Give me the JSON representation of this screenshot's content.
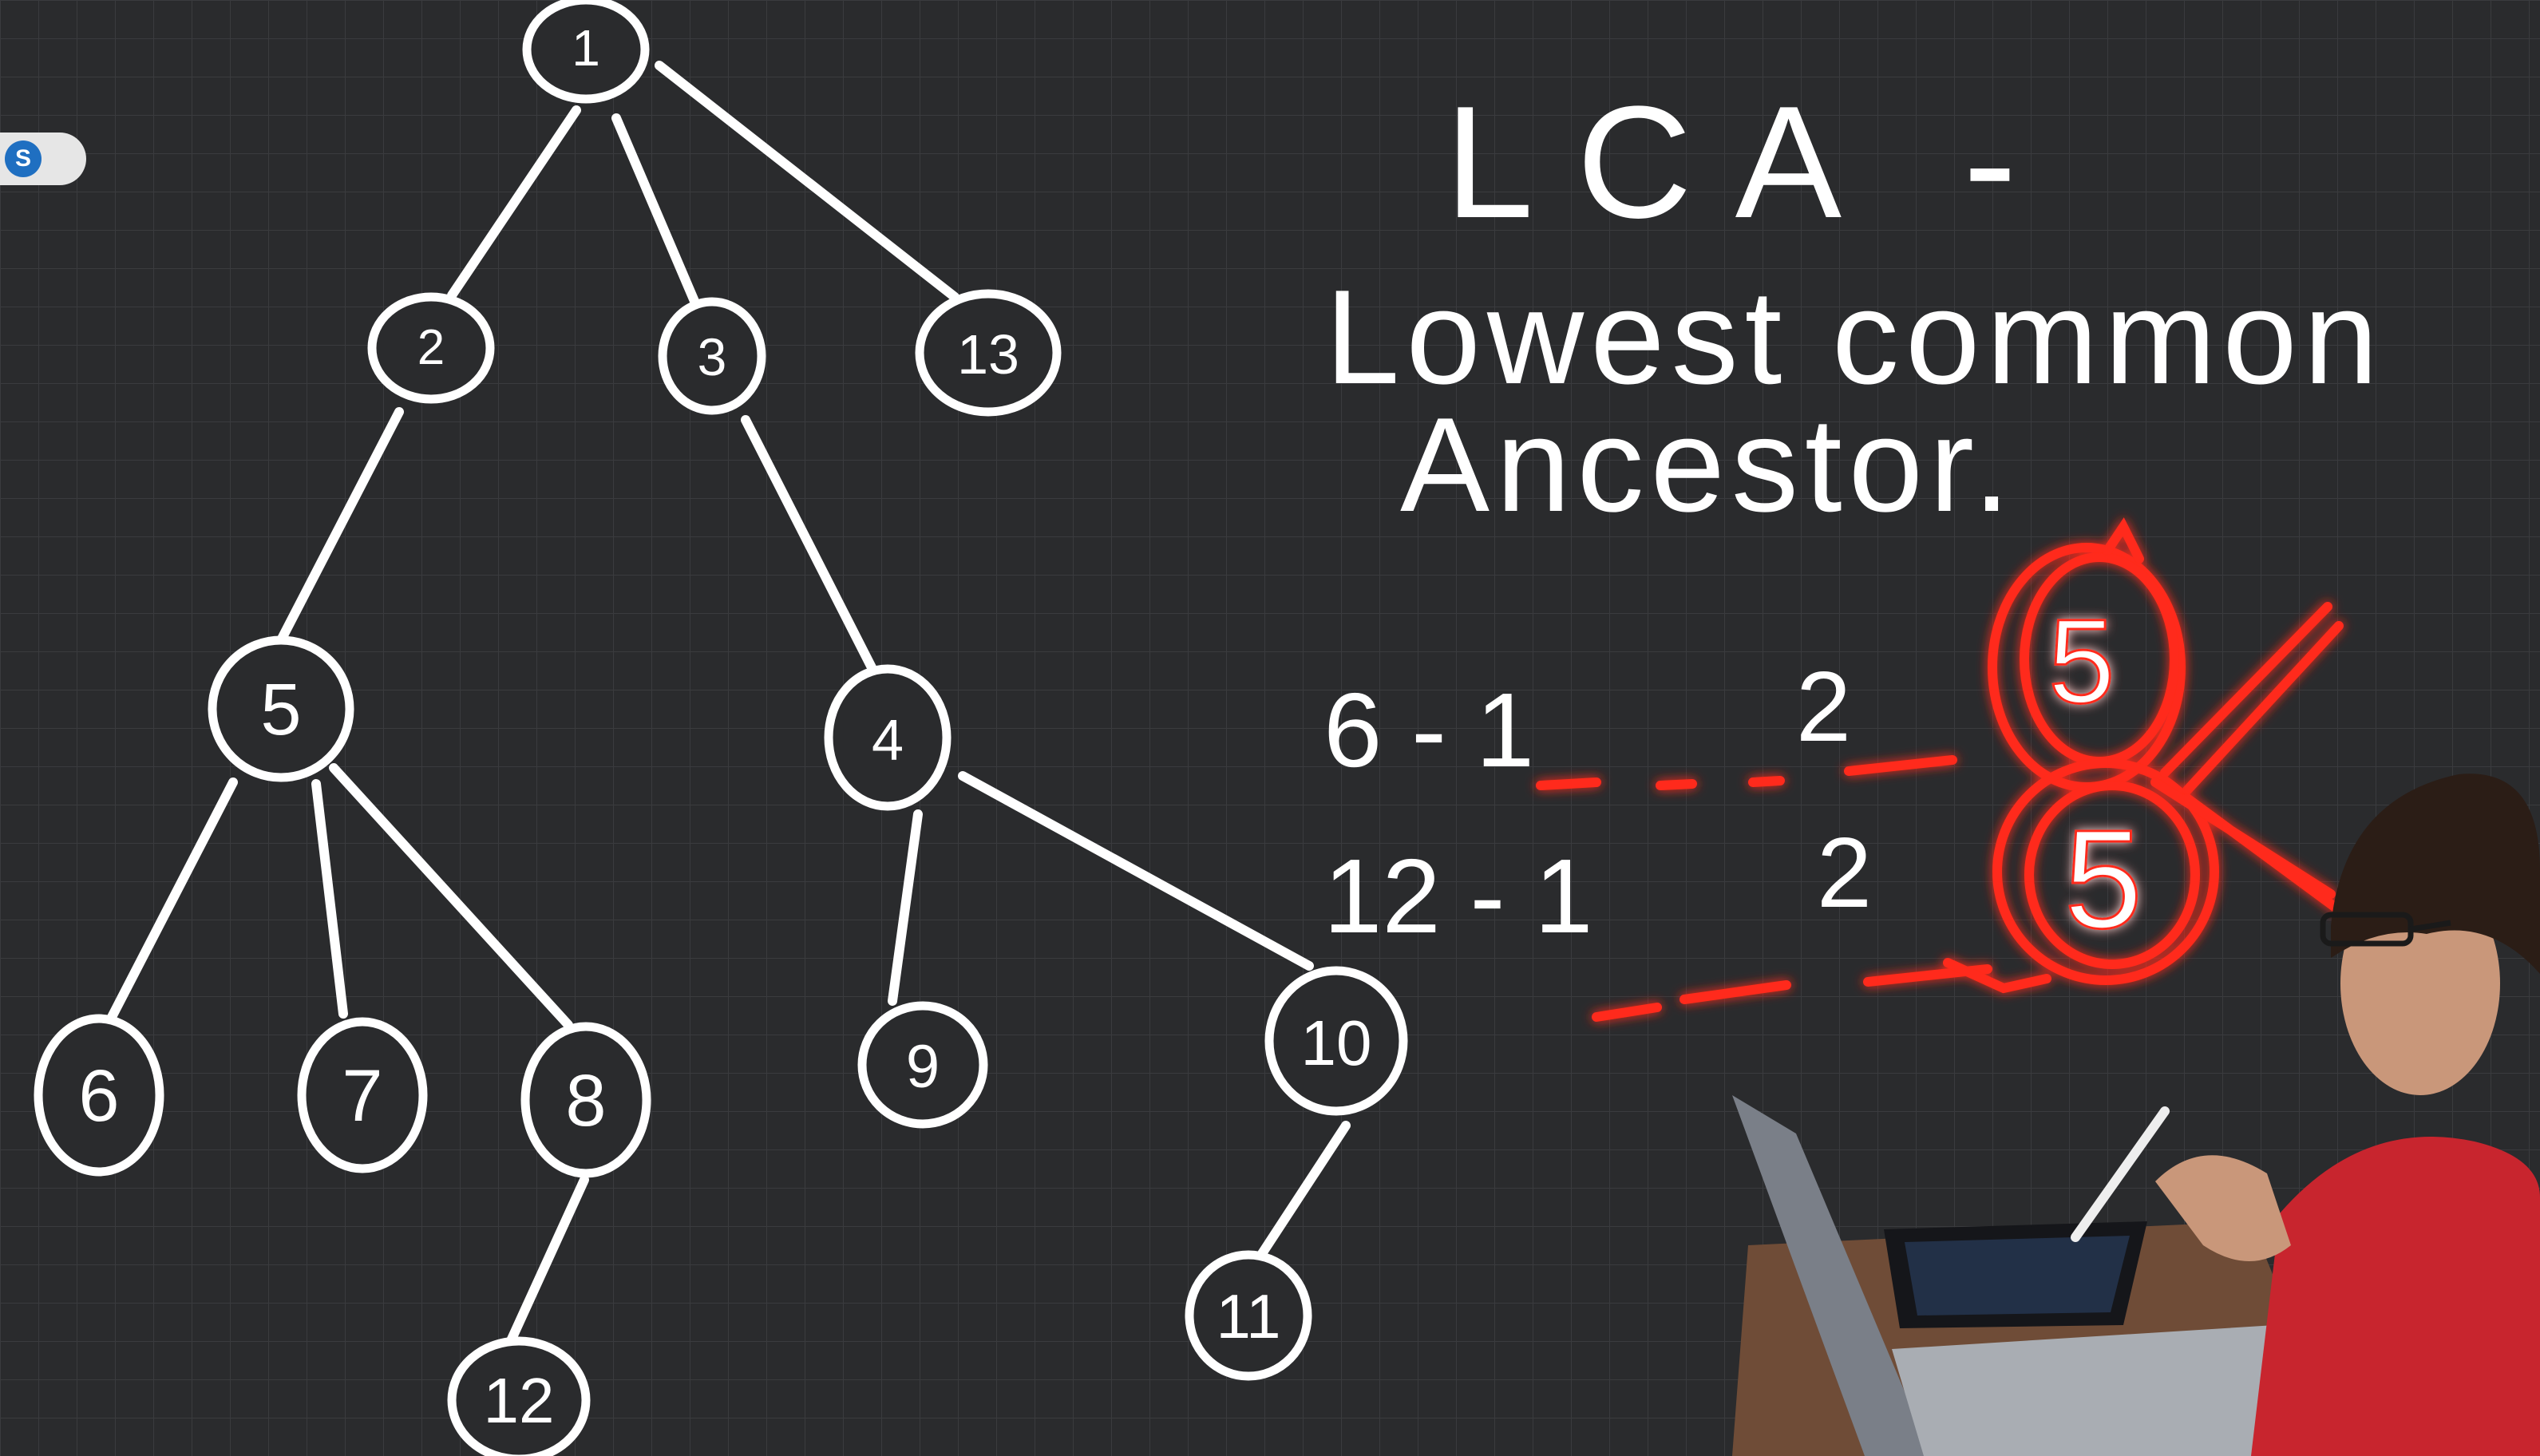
{
  "overlay": {
    "badge_letter": "S"
  },
  "tree": {
    "nodes": [
      {
        "id": "n1",
        "label": "1"
      },
      {
        "id": "n2",
        "label": "2"
      },
      {
        "id": "n3",
        "label": "3"
      },
      {
        "id": "n13",
        "label": "13"
      },
      {
        "id": "n5",
        "label": "5"
      },
      {
        "id": "n4",
        "label": "4"
      },
      {
        "id": "n6",
        "label": "6"
      },
      {
        "id": "n7",
        "label": "7"
      },
      {
        "id": "n8",
        "label": "8"
      },
      {
        "id": "n9",
        "label": "9"
      },
      {
        "id": "n10",
        "label": "10"
      },
      {
        "id": "n11",
        "label": "11"
      },
      {
        "id": "n12",
        "label": "12"
      }
    ]
  },
  "notes": {
    "title": "LCA -",
    "line1": "Lowest common",
    "line2": "Ancestor.",
    "path6": {
      "lead": "6 - 1",
      "mid": "2",
      "end": "5"
    },
    "path12": {
      "lead": "12 - 1",
      "mid": "2",
      "end": "5"
    }
  },
  "colors": {
    "board": "#2a2b2d",
    "chalk": "#ffffff",
    "highlight": "#ff2a1a"
  }
}
